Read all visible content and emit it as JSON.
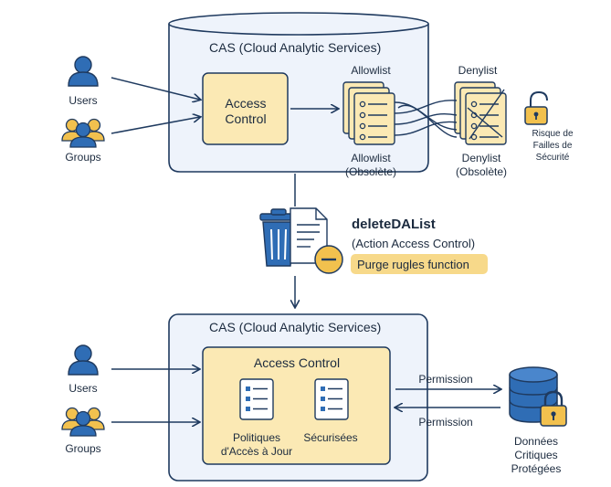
{
  "top": {
    "cas_title": "CAS (Cloud Analytic Services)",
    "users_label": "Users",
    "groups_label": "Groups",
    "access_control_label": "Access\nControl",
    "allowlist_label": "Allowlist",
    "allowlist_obsolete_label": "Allowlist\n(Obsolète)",
    "denylist_label": "Denylist",
    "denylist_obsolete_label": "Denylist\n(Obsolète)",
    "risk_label": "Risque de\nFailles de Sécurité"
  },
  "middle": {
    "action_title": "deleteDAList",
    "action_subtitle": "(Action Access Control)",
    "purge_badge": "Purge rugles function"
  },
  "bottom": {
    "cas_title": "CAS (Cloud Analytic Services)",
    "users_label": "Users",
    "groups_label": "Groups",
    "access_control_title": "Access Control",
    "policies_label": "Politiques\nd'Accès à Jour",
    "secured_label": "Sécurisées",
    "permission_out_label": "Permission",
    "permission_in_label": "Permission",
    "data_label": "Données Critiques\nProtégées"
  },
  "colors": {
    "outline": "#1f3a5f",
    "box_fill": "#eef3fb",
    "accent_fill": "#fbe9b4",
    "icon_blue": "#2f6db5",
    "icon_yellow": "#f2c14e",
    "badge_fill": "#f7d98a"
  }
}
